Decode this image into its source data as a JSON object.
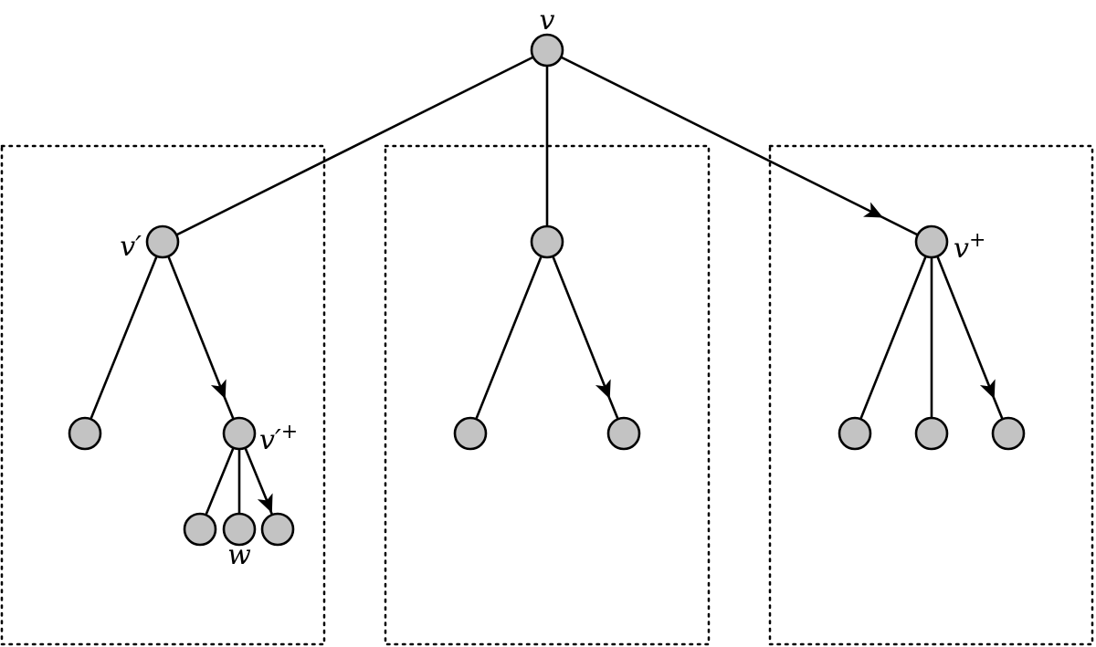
{
  "labels": {
    "v": "v",
    "v_prime": "v′",
    "v_plus": "v",
    "v_plus_sup": "+",
    "v_prime_plus": "v′",
    "v_prime_plus_sup": "+",
    "w": "w"
  },
  "colors": {
    "node_fill": "#c3c3c3",
    "stroke": "#000000"
  }
}
